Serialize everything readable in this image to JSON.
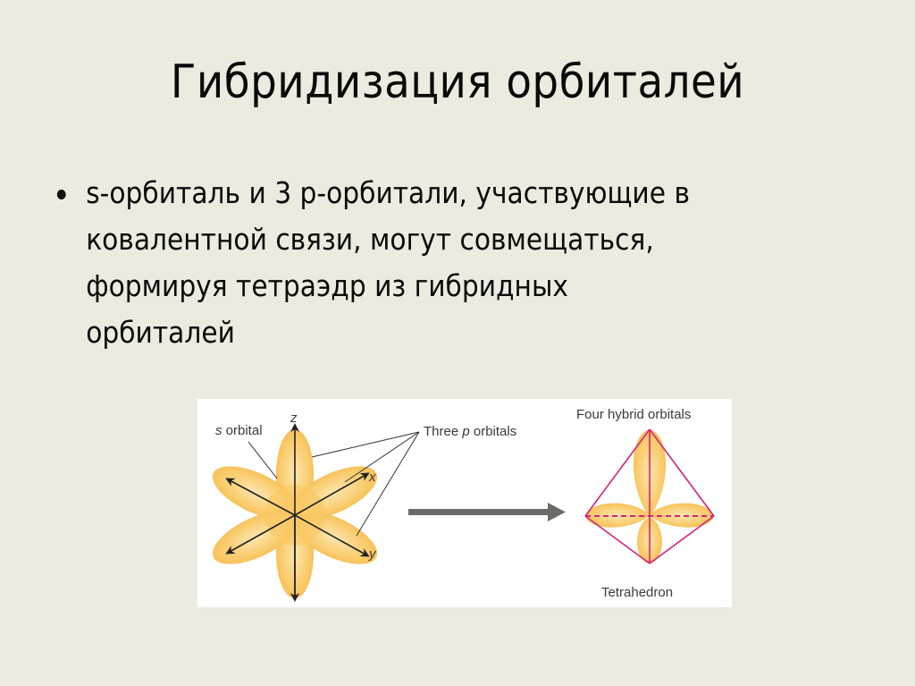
{
  "slide": {
    "title": "Гибридизация орбиталей",
    "bullets": [
      {
        "lines": [
          "s-орбиталь и 3 p-орбитали, участвующие в",
          "ковалентной связи, могут совмещаться,",
          "формируя тетраэдр из гибридных",
          "орбиталей"
        ]
      }
    ],
    "background_color": "#EDEAE0"
  },
  "figure": {
    "left_diagram": {
      "s_label_prefix": "s",
      "s_label_suffix": " orbital",
      "p_label_prefix": "Three ",
      "p_label_italic": "p",
      "p_label_suffix": " orbitals",
      "axis_z": "z",
      "axis_x": "x",
      "axis_y": "y"
    },
    "arrow": "right-arrow",
    "right_diagram": {
      "top_label": "Four hybrid orbitals",
      "bottom_label": "Tetrahedron"
    },
    "colors": {
      "orbital_fill": "#F9C55A",
      "orbital_light": "#FDE4A8",
      "tetra_edge": "#D6247A",
      "arrow": "#6B6B68",
      "axis": "#222222"
    }
  }
}
